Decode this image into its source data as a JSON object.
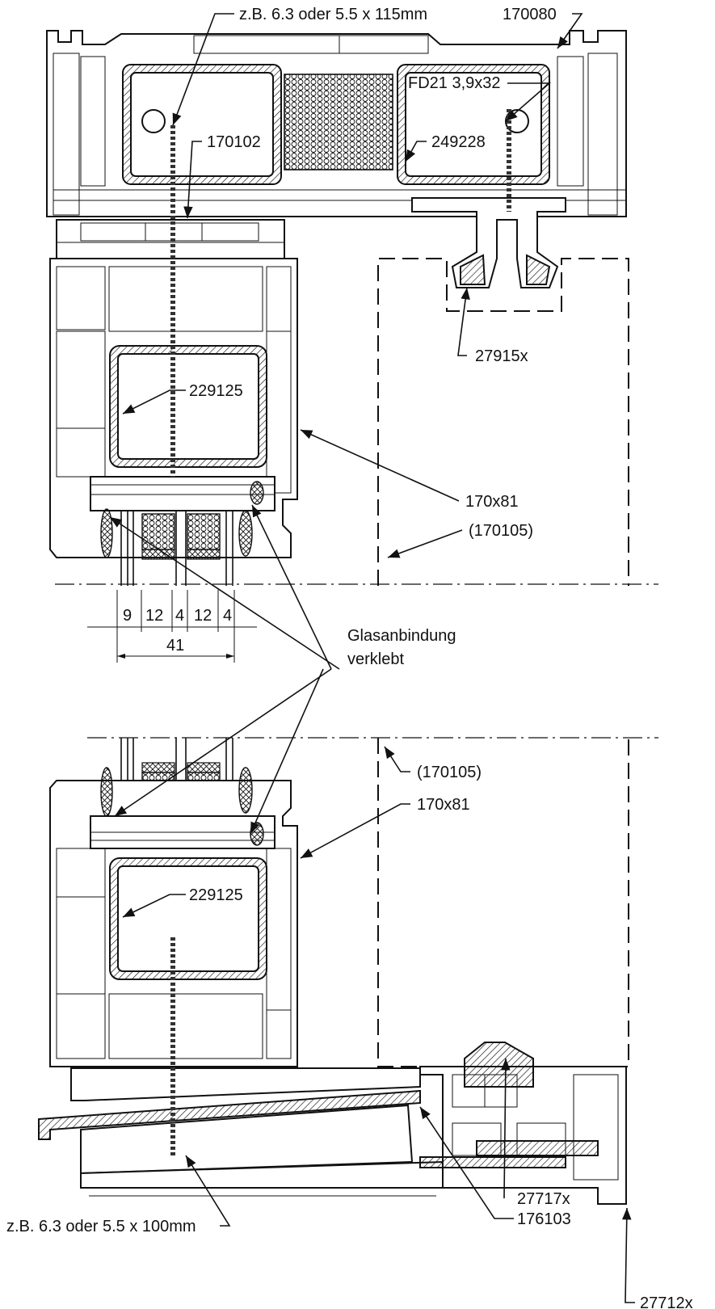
{
  "labels": {
    "screw_top": "z.B. 6.3 oder 5.5 x 115mm",
    "frame_top": "170080",
    "screw_fd": "FD21 3,9x32",
    "coupling": "170102",
    "reinf_top_frame": "249228",
    "adapter": "27915x",
    "reinf_upper": "229125",
    "sash_upper": "170x81",
    "sash_upper_alt": "(170105)",
    "glass_bond_1": "Glasanbindung",
    "glass_bond_2": "verklebt",
    "sash_lower_alt": "(170105)",
    "sash_lower": "170x81",
    "reinf_lower": "229125",
    "sill_part_a": "27717x",
    "sill_part_b": "176103",
    "screw_bottom": "z.B. 6.3 oder 5.5 x 100mm",
    "sill_frame": "27712x"
  },
  "dimensions": {
    "d1": "9",
    "d2": "12",
    "d3": "4",
    "d4": "12",
    "d5": "4",
    "total": "41"
  }
}
